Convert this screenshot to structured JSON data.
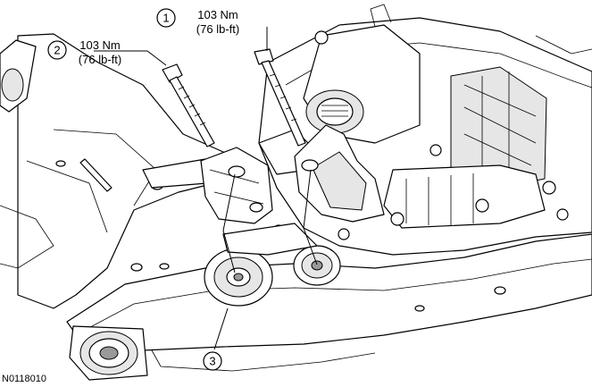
{
  "callouts": [
    {
      "number": "1",
      "torque_nm": "103 Nm",
      "torque_lbft": "(76 lb-ft)"
    },
    {
      "number": "2",
      "torque_nm": "103 Nm",
      "torque_lbft": "(76 lb-ft)"
    },
    {
      "number": "3"
    }
  ],
  "figure_reference": "N0118010"
}
